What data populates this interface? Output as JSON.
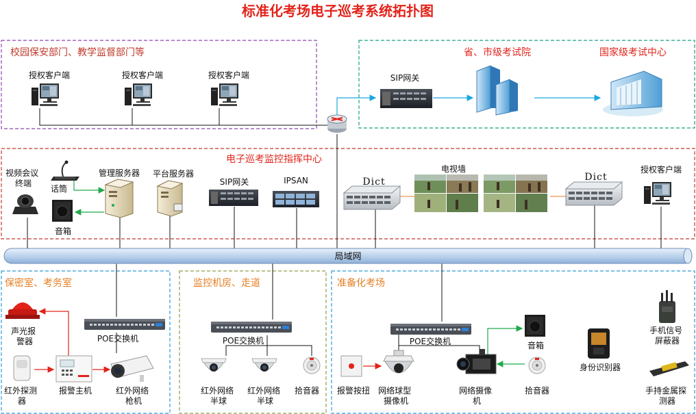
{
  "title": "标准化考场电子巡考系统拓扑图",
  "colors": {
    "title_red": "#e2231a",
    "zone_purple": "#8e44ad",
    "zone_green": "#16a085",
    "zone_red": "#c0392b",
    "zone_blue": "#2e9bd6",
    "zone_olive": "#8aa14a",
    "link_cyan": "#1aa7e0",
    "link_green": "#1faa4b",
    "link_red": "#e2231a",
    "bus_blue": "#bcd3ec"
  },
  "zones": {
    "campus": {
      "title": "校园保安部门、教学监督部门等"
    },
    "provincial": {
      "title": "省、市级考试院"
    },
    "national": {
      "title": "国家级考试中心"
    },
    "command": {
      "title": "电子巡考监控指挥中心"
    },
    "secret": {
      "title": "保密室、考务室"
    },
    "monitor": {
      "title": "监控机房、走道"
    },
    "exam": {
      "title": "准备化考场"
    }
  },
  "labels": {
    "client1": "授权客户端",
    "client2": "授权客户端",
    "client3": "授权客户端",
    "sip_top": "SIP网关",
    "video_conf": "视频会议\n终端",
    "mic": "话筒",
    "speaker_cmd": "音箱",
    "mgmt_server": "管理服务器",
    "platform_server": "平台服务器",
    "sip_mid": "SIP网关",
    "ipsan": "IPSAN",
    "dict_left": "Dict",
    "dict_right": "Dict",
    "tv_wall": "电视墙",
    "client_right": "授权客户端",
    "lan": "局域网",
    "alarm_siren": "声光报\n警器",
    "ir_detector": "红外探测\n器",
    "alarm_host": "报警主机",
    "ir_gun": "红外网络\n枪机",
    "poe1": "POE交换机",
    "poe2": "POE交换机",
    "poe3": "POE交换机",
    "dome1": "红外网络\n半球",
    "dome2": "红外网络\n半球",
    "pickup_monitor": "拾音器",
    "alarm_button": "报警按扭",
    "ptz_camera": "网络球型\n摄像机",
    "net_camera": "网络摄像\n机",
    "speaker_exam": "音箱",
    "pickup_exam": "拾音器",
    "id_reader": "身份识别器",
    "jammer": "手机信号\n屏蔽器",
    "metal_detector": "手持金属探\n测器"
  }
}
